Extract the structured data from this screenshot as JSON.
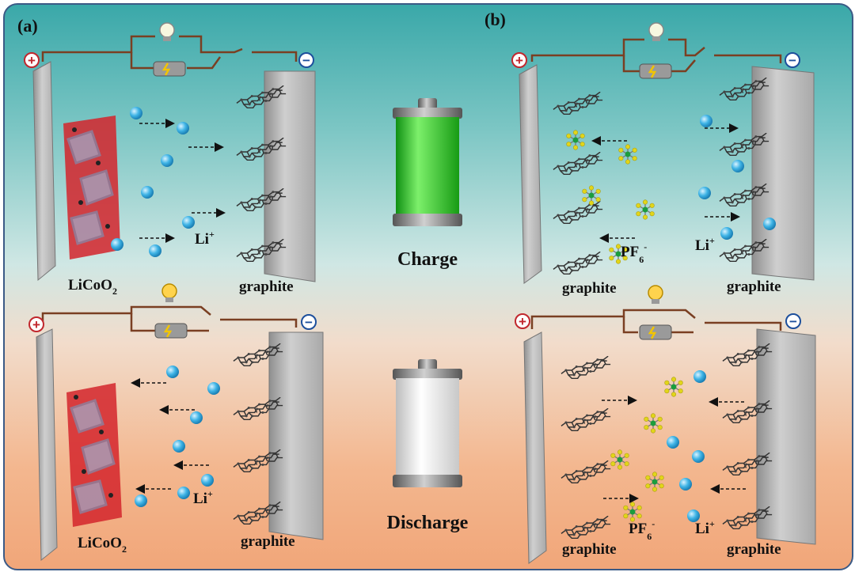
{
  "panels": {
    "a": {
      "label": "(a)"
    },
    "b": {
      "label": "(b)"
    }
  },
  "center": {
    "charge_label": "Charge",
    "discharge_label": "Discharge"
  },
  "panel_a": {
    "cathode_label": "LiCoO",
    "cathode_sub": "2",
    "anode_label": "graphite",
    "ion_label": "Li",
    "ion_sup": "+"
  },
  "panel_b": {
    "left_label": "graphite",
    "right_label": "graphite",
    "anion_label": "PF",
    "anion_sub": "6",
    "anion_sup": "-",
    "cation_label": "Li",
    "cation_sup": "+"
  },
  "terminals": {
    "positive": "+",
    "negative": "−"
  },
  "colors": {
    "background_top": "#3aa8a9",
    "background_bottom": "#f1a679",
    "li_ion": "#3fb4e6",
    "pf6_anion": "#e2d51a",
    "charged_battery": "#26c61f",
    "lico_o2_crystal": "#d4242b",
    "electrode_plate": "#bdbdbd",
    "wire": "#7a3f22"
  }
}
